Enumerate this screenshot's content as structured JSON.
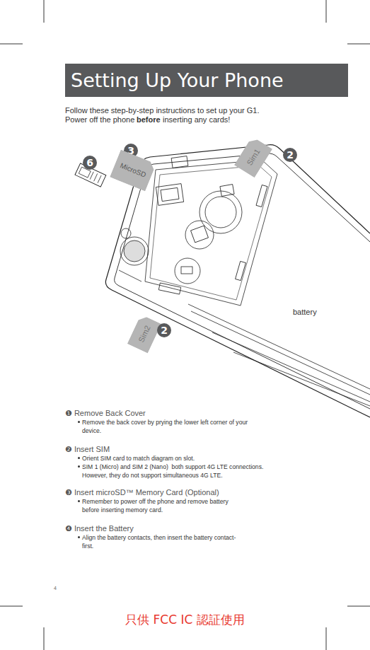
{
  "diagram": {
    "title": "Setting Up Your Phone",
    "nodes": [
      {
        "text": [
          "6"
        ]
      },
      {
        "text": [
          "3"
        ]
      },
      {
        "text": [
          "MicroSD"
        ]
      },
      {
        "text": [
          "Sim1"
        ]
      },
      {
        "text": [
          "2"
        ]
      },
      {
        "text": [
          "Sim2"
        ]
      },
      {
        "text": [
          "2"
        ]
      }
    ],
    "labels": [
      "Follow these step-by-step instructions to set up your G1.",
      "Power off the phone",
      "before",
      "inserting any cards!",
      "battery",
      "❶ Remove Back Cover",
      "Remove the back cover by prying the lower left corner of your device.",
      "❷ Insert SIM",
      "Orient SIM card to match diagram on slot.",
      "SIM 1 (Micro) and SIM 2 (Nano)  both support 4G LTE connections. However, they do not support simultaneous 4G LTE.",
      "❸ Insert microSD™ Memory Card (Optional)",
      "Remember to power off the phone and remove battery before inserting memory card.",
      "❹ Insert the Battery",
      "Align the battery contacts, then insert the battery contact-first.",
      "4",
      "只供 FCC IC 認証使用"
    ]
  }
}
